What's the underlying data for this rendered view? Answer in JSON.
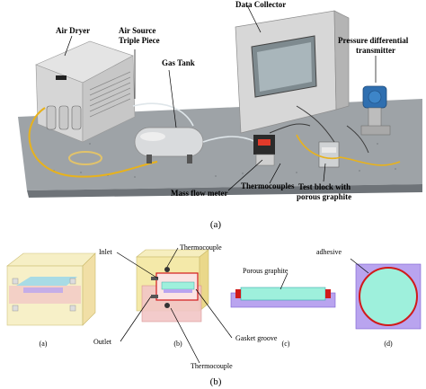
{
  "photo": {
    "labels": {
      "air_dryer": "Air Dryer",
      "air_source_line1": "Air Source",
      "air_source_line2": "Triple Piece",
      "gas_tank": "Gas Tank",
      "data_collector": "Data Collector",
      "pressure_line1": "Pressure differential",
      "pressure_line2": "transmitter",
      "mass_flow": "Mass flow meter",
      "thermocouples": "Thermocouples",
      "test_block_line1": "Test block with",
      "test_block_line2": "porous graphite"
    },
    "caption": "(a)"
  },
  "schematics": {
    "labels": {
      "inlet": "Inlet",
      "thermocouple_top": "Thermocouple",
      "outlet": "Outlet",
      "thermocouple_bottom": "Thermocouple",
      "gasket_groove": "Gasket groove",
      "porous_graphite": "Porous graphite",
      "adhesive": "adhesive"
    },
    "sub_captions": [
      "(a)",
      "(b)",
      "(c)",
      "(d)"
    ],
    "caption": "(b)",
    "colors": {
      "block_yellow": "#f3e7a0",
      "block_pink": "#f2c6c6",
      "graphite_cyan": "#9ef0dc",
      "adhesive_purple": "#a78bf0",
      "gasket_red": "#d11a1a",
      "housing_purple": "#b9a4ef"
    }
  }
}
